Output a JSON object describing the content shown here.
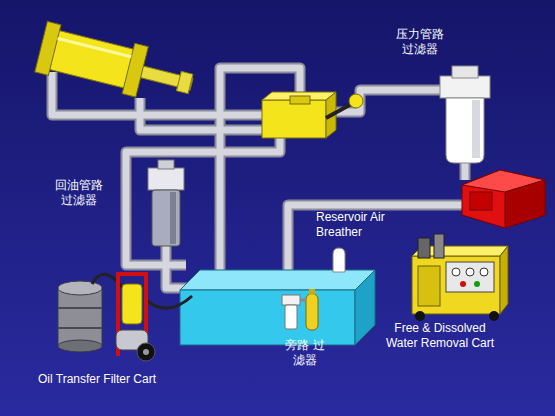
{
  "diagram": {
    "labels": [
      "压力管路 过滤器",
      "回油管路 过滤器",
      "Reservoir Air Breather",
      "Free & Dissolved Water Removal Cart",
      "旁路 过滤器",
      "Oil Transfer Filter Cart"
    ]
  }
}
